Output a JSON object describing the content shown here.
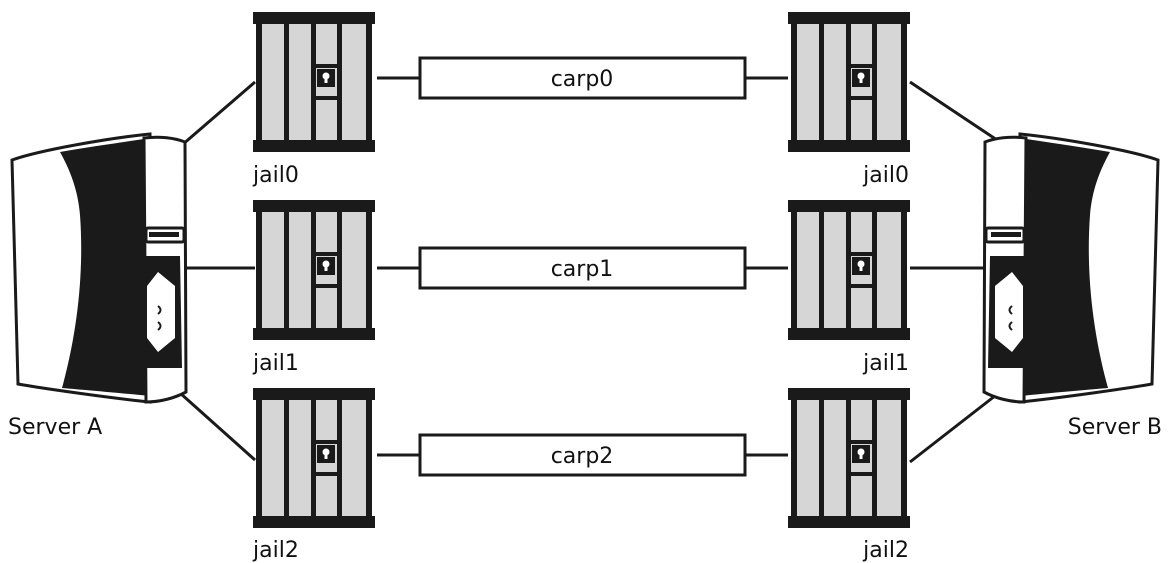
{
  "servers": {
    "a": {
      "label": "Server A"
    },
    "b": {
      "label": "Server B"
    }
  },
  "jails_left": [
    {
      "label": "jail0"
    },
    {
      "label": "jail1"
    },
    {
      "label": "jail2"
    }
  ],
  "jails_right": [
    {
      "label": "jail0"
    },
    {
      "label": "jail1"
    },
    {
      "label": "jail2"
    }
  ],
  "carps": [
    {
      "label": "carp0"
    },
    {
      "label": "carp1"
    },
    {
      "label": "carp2"
    }
  ],
  "colors": {
    "stroke": "#111111",
    "jail_fill": "#d6d6d6",
    "background": "#ffffff"
  },
  "icons": {
    "server": "tower-server-icon",
    "jail": "jail-bars-icon"
  }
}
